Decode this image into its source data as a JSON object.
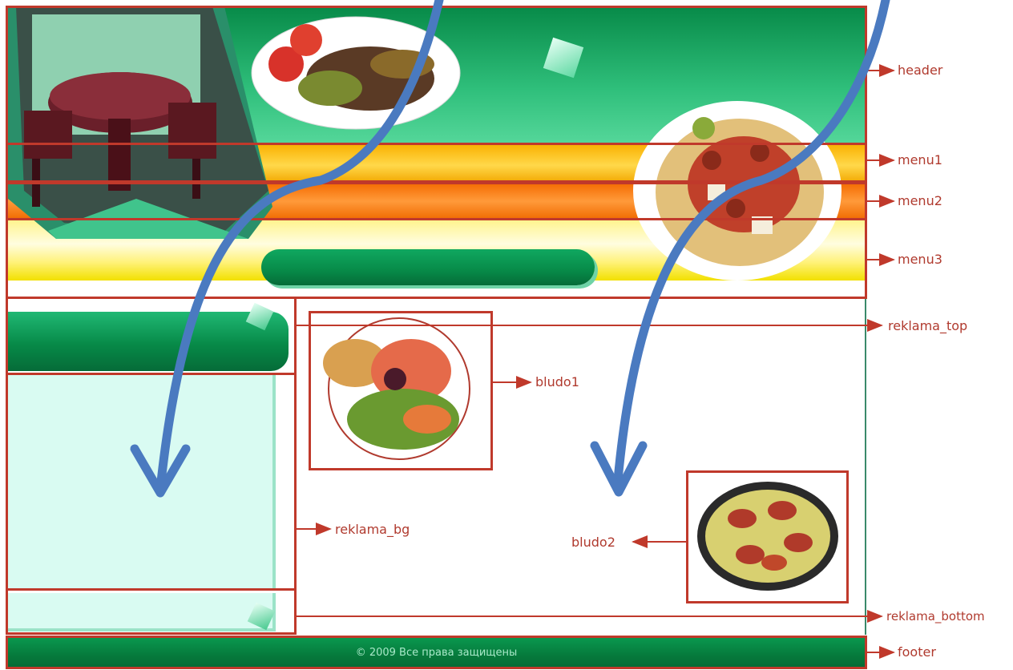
{
  "labels": {
    "header": "header",
    "menu1": "menu1",
    "menu2": "menu2",
    "menu3": "menu3",
    "reklama_top": "reklama_top",
    "bludo1": "bludo1",
    "reklama_bg": "reklama_bg",
    "bludo2": "bludo2",
    "reklama_bottom": "reklama_bottom",
    "footer": "footer"
  },
  "footer_text": "© 2009 Все права защищены",
  "colors": {
    "annotation_red": "#c0392b",
    "label_text": "#b03a2e",
    "header_green": "#0a8a4a",
    "menu1_yellow": "#f2c200",
    "menu2_orange": "#f07a1a",
    "menu3_yellow": "#fff27a",
    "reklama_bg_mint": "#d9fbf2",
    "footer_green": "#0a7a40",
    "arrow_blue": "#4a7ac0"
  }
}
